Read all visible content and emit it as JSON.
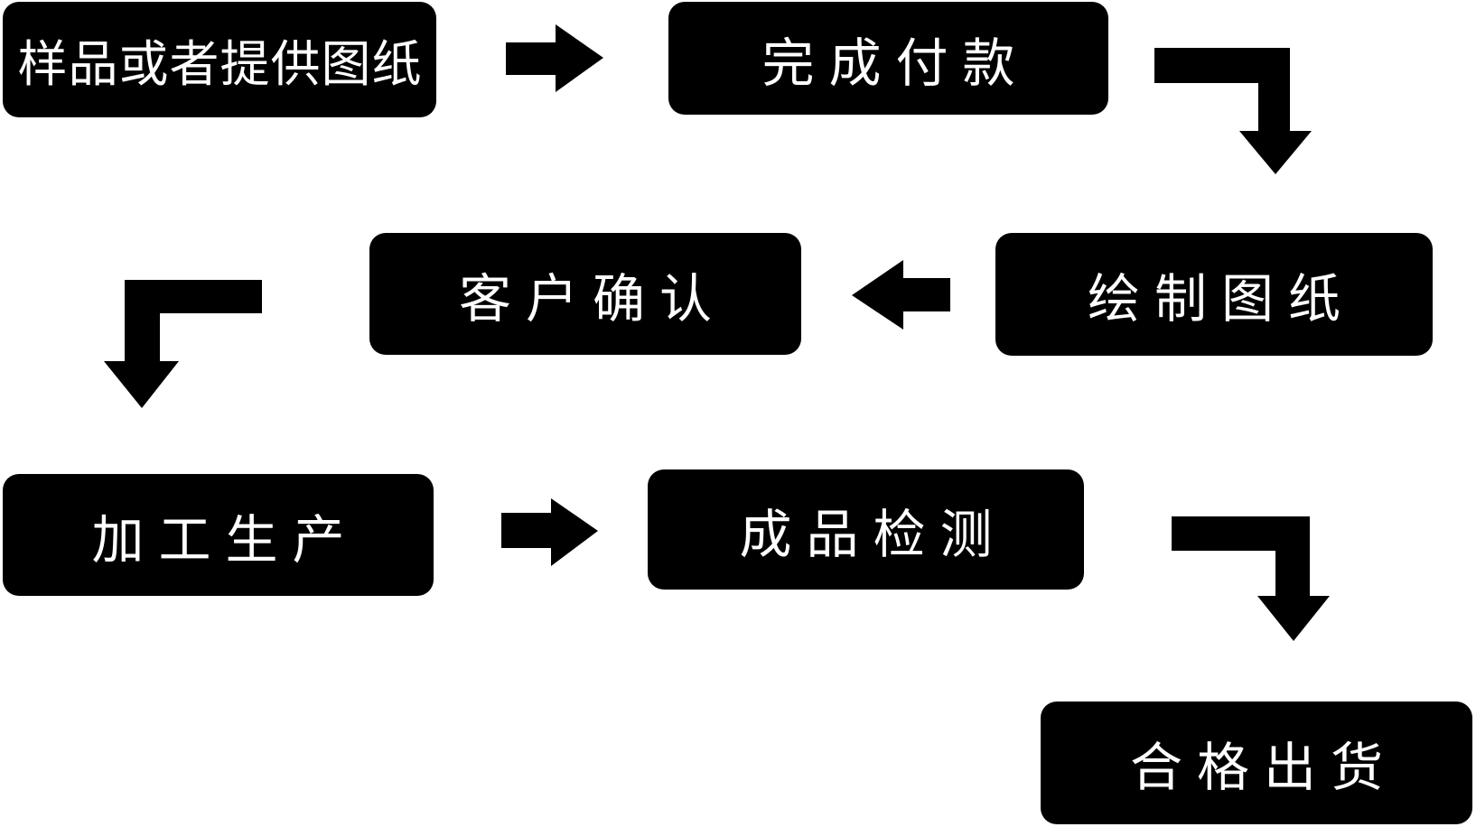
{
  "page": {
    "background_color": "#ffffff"
  },
  "diagram": {
    "type": "flowchart",
    "node_bg_color": "#000000",
    "node_text_color": "#ffffff",
    "arrow_color": "#000000",
    "nodes": [
      {
        "label": "样品或者提供图纸"
      },
      {
        "label": "完成付款"
      },
      {
        "label": "绘制图纸"
      },
      {
        "label": "客户确认"
      },
      {
        "label": "加工生产"
      },
      {
        "label": "成品检测"
      },
      {
        "label": "合格出货"
      }
    ],
    "connections": [
      {
        "from": "样品或者提供图纸",
        "to": "完成付款",
        "direction": "right"
      },
      {
        "from": "完成付款",
        "to": "绘制图纸",
        "direction": "down"
      },
      {
        "from": "绘制图纸",
        "to": "客户确认",
        "direction": "left"
      },
      {
        "from": "客户确认",
        "to": "加工生产",
        "direction": "down"
      },
      {
        "from": "加工生产",
        "to": "成品检测",
        "direction": "right"
      },
      {
        "from": "成品检测",
        "to": "合格出货",
        "direction": "down"
      }
    ]
  }
}
